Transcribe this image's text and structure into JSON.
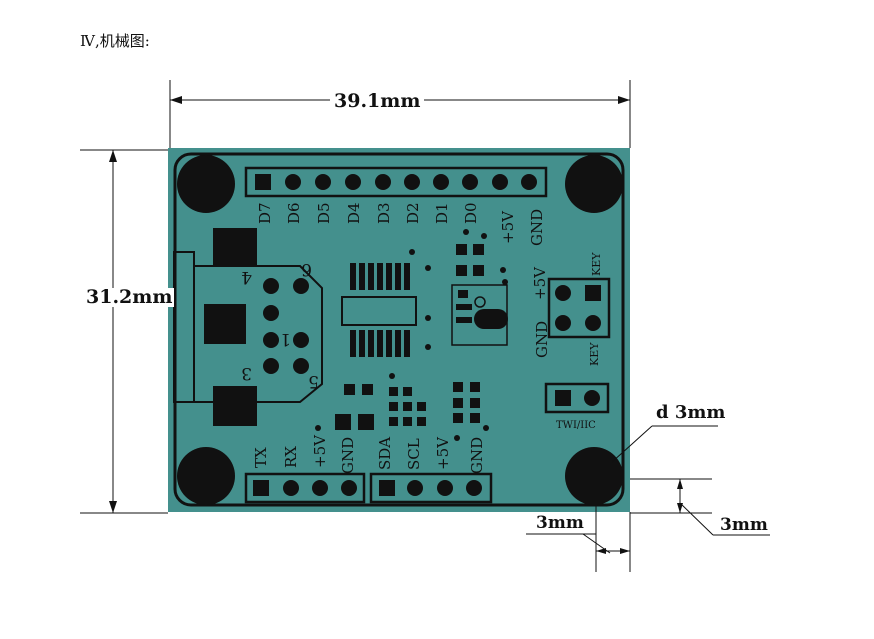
{
  "heading": "Ⅳ,机械图:",
  "dimensions": {
    "width": "39.1mm",
    "height": "31.2mm",
    "hole": "d 3mm",
    "hole_offset_x": "3mm",
    "hole_offset_y": "3mm"
  },
  "board": {
    "top_header_pins": [
      "D7",
      "D6",
      "D5",
      "D4",
      "D3",
      "D2",
      "D1",
      "D0",
      "+5V",
      "GND"
    ],
    "connector_numbers": [
      "6",
      "4",
      "1",
      "3",
      "5"
    ],
    "power_connector": {
      "top_key": "KEY",
      "plus": "+5V",
      "gnd": "GND",
      "bottom_key": "KEY"
    },
    "twi_label": "TWI/IIC",
    "bottom_left_pins": [
      "TX",
      "RX",
      "+5V",
      "GND"
    ],
    "bottom_right_pins": [
      "SDA",
      "SCL",
      "+5V",
      "GND"
    ]
  },
  "colors": {
    "board": "#44908d",
    "outline": "#111111",
    "background": "#ffffff"
  }
}
